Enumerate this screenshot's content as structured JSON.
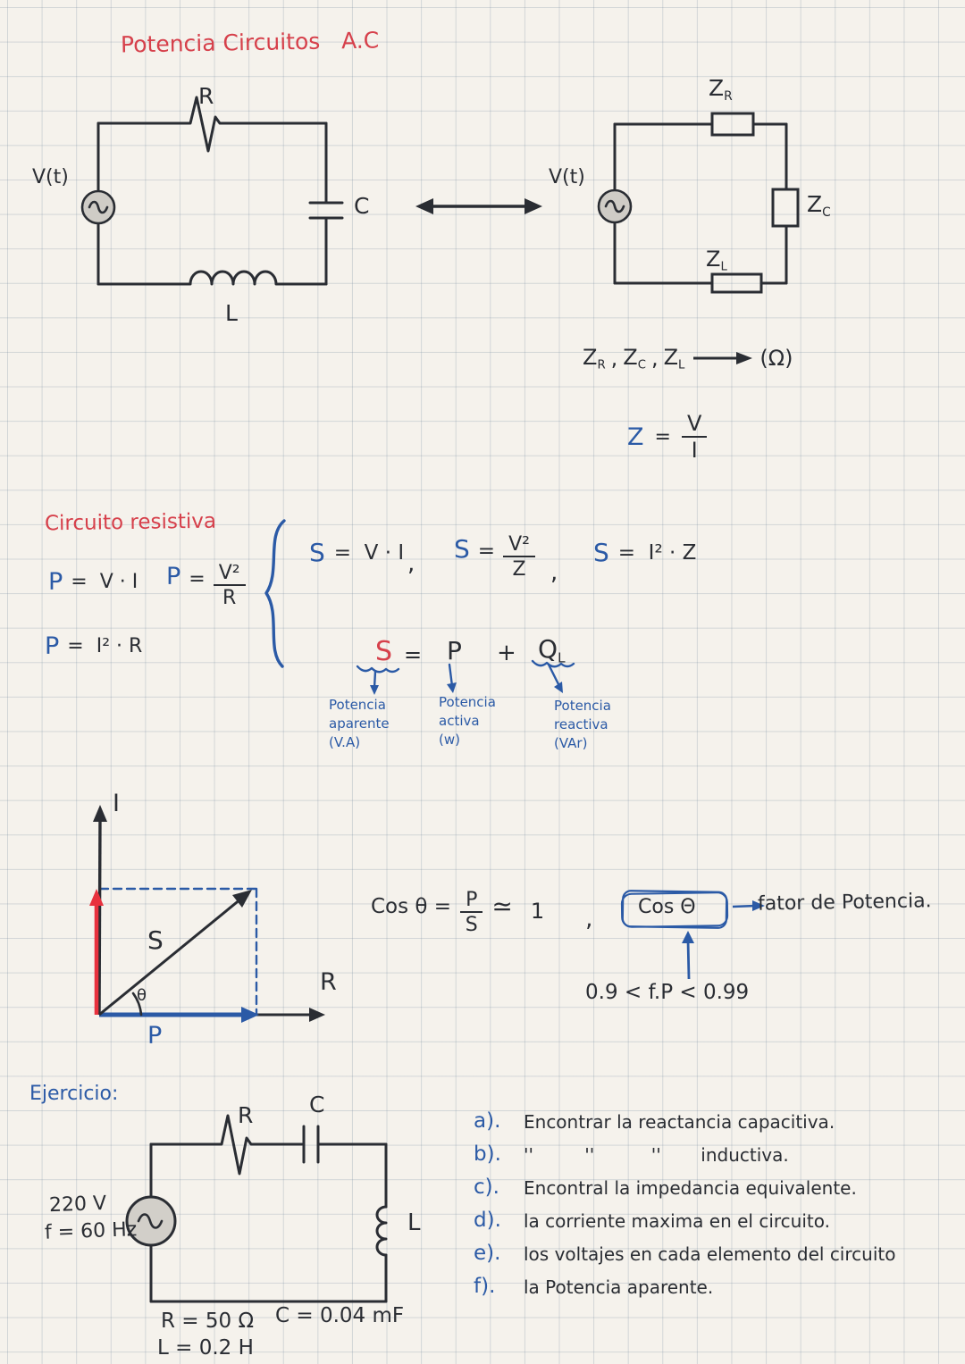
{
  "title": "Potencia Circuitos   A.C",
  "sym": {
    "z": "Z",
    "r": "R",
    "c": "C",
    "l": "L",
    "comma": ",",
    "ohm": "(Ω)"
  },
  "left_circuit": {
    "source": "V(t)",
    "resistor": "R",
    "capacitor": "C",
    "inductor": "L"
  },
  "right_circuit": {
    "source": "V(t)"
  },
  "impedance_formula": {
    "lhs": "Z",
    "eq": "=",
    "num": "V",
    "den": "I"
  },
  "resistive": {
    "heading": "Circuito resistiva",
    "p1_lhs": "P",
    "p1_rhs": "=  V · I",
    "p2_lhs": "P",
    "p2_eq": "=",
    "p2_num": "V²",
    "p2_den": "R",
    "p3_lhs": "P",
    "p3_rhs": "=  I² · R"
  },
  "apparent": {
    "s1_lhs": "S",
    "s1_rhs": "=  V · I",
    "s2_lhs": "S",
    "s2_eq": "=",
    "s2_num": "V²",
    "s2_den": "Z",
    "s3_lhs": "S",
    "s3_rhs": "=  I² · Z"
  },
  "decomp": {
    "s": "S",
    "eq": "=",
    "p": "P",
    "plus": "+",
    "q": "Q",
    "q_sub": "L"
  },
  "power_labels": {
    "apparent": [
      "Potencia",
      "aparente",
      "(V.A)"
    ],
    "active": [
      "Potencia",
      "activa",
      "(w)"
    ],
    "reactive": [
      "Potencia",
      "reactiva",
      "(VAr)"
    ]
  },
  "phasor": {
    "i": "I",
    "s": "S",
    "p": "P",
    "r": "R",
    "theta": "θ"
  },
  "power_factor": {
    "cos_lhs": "Cos θ =",
    "num": "P",
    "den": "S",
    "approx": "≃",
    "one": "1",
    "comma": ",",
    "boxed": "Cos Θ",
    "name": "fator de Potencia.",
    "range": "0.9 < f.P < 0.99"
  },
  "exercise": {
    "heading": "Ejercicio:",
    "source_voltage": "220 V",
    "source_freq": "f = 60 Hz",
    "resistor": "R",
    "capacitor": "C",
    "inductor": "L",
    "values": [
      "R = 50 Ω",
      "L = 0.2 H",
      "C = 0.04 mF"
    ],
    "items": [
      {
        "letter": "a).",
        "text": "Encontrar la reactancia capacitiva."
      },
      {
        "letter": "b).",
        "text": "''         ''          ''       inductiva."
      },
      {
        "letter": "c).",
        "text": "Encontral la impedancia equivalente."
      },
      {
        "letter": "d).",
        "text": "la corriente maxima en el circuito."
      },
      {
        "letter": "e).",
        "text": "los voltajes en cada elemento del circuito"
      },
      {
        "letter": "f).",
        "text": "la Potencia aparente."
      }
    ]
  }
}
